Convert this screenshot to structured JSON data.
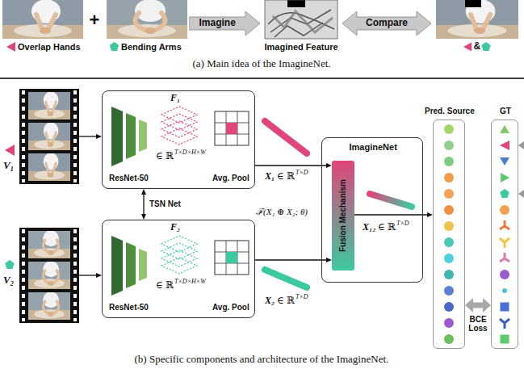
{
  "diagram": {
    "nodes": [
      {
        "text": [
          "Imagine"
        ]
      },
      {
        "text": [
          "Compare"
        ]
      },
      {
        "text": [
          "V₁"
        ]
      },
      {
        "text": [
          "F₁",
          "∈ ℝ",
          "T×D×H×W",
          "ResNet-50",
          "Avg. Pool"
        ]
      },
      {
        "text": [
          "V₂"
        ]
      },
      {
        "text": [
          "F₂",
          "∈ ℝ",
          "T×D×H×W",
          "ResNet-50",
          "Avg. Pool"
        ]
      },
      {
        "text": [
          "ImagineNet",
          "X₁₂",
          "∈ ℝ",
          "T×D"
        ]
      },
      {
        "text": [
          "Fusion Mechanism"
        ],
        "in": 6
      },
      {
        "text": [
          "Pred. Source"
        ]
      },
      {
        "text": [
          "GT"
        ]
      }
    ],
    "edges": [
      {
        "from": 2,
        "to": 3,
        "arrow": "to"
      },
      {
        "from": 4,
        "to": 5,
        "arrow": "to"
      },
      {
        "from": 3,
        "to": 5,
        "arrow": "both",
        "label": "TSN Net"
      },
      {
        "from": 3,
        "to": 7,
        "arrow": "to"
      },
      {
        "from": 5,
        "to": 7,
        "arrow": "to"
      },
      {
        "from": 7,
        "to": 8,
        "arrow": "to"
      },
      {
        "from": 8,
        "to": 9,
        "arrow": "both",
        "label": "BCE Loss"
      }
    ],
    "labels": [
      "Overlap Hands",
      "Bending Arms",
      "Imagined Feature",
      "&",
      "+",
      "(a) Main idea of the ImagineNet.",
      "X₁",
      "∈ ℝ",
      "T×D",
      "ℱ(X₁ ⊕ X₂; θ)",
      "X₂",
      "∈ ℝ",
      "T×D",
      "(b) Specific components and architecture of the ImagineNet."
    ]
  }
}
